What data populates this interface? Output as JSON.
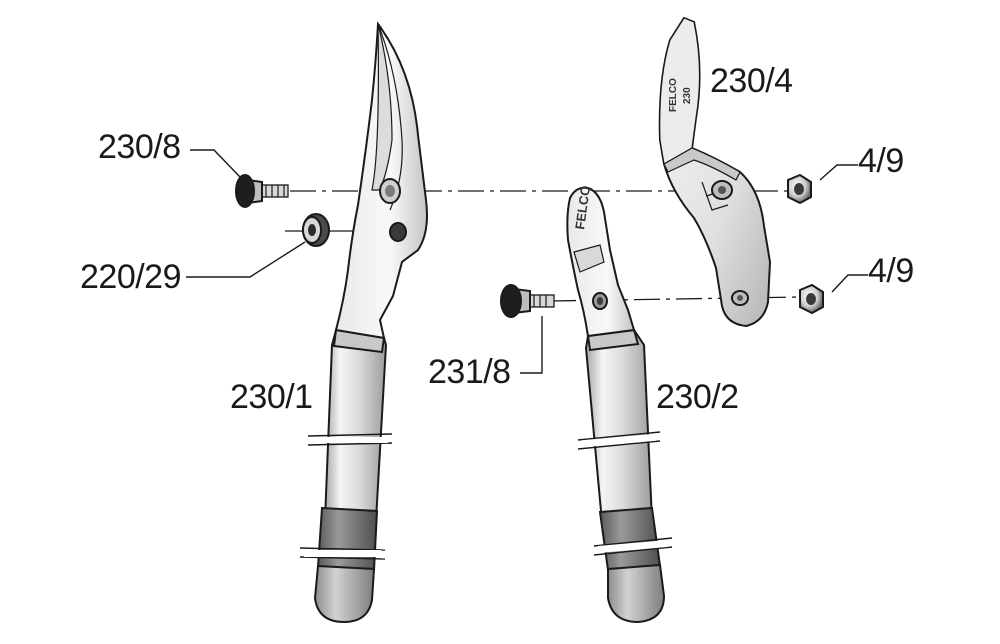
{
  "labels": {
    "upper_blade": "230/8",
    "spacer": "220/29",
    "left_handle": "230/1",
    "right_handle_assembly": "230/2",
    "counter_blade": "230/4",
    "nut_upper": "4/9",
    "nut_lower": "4/9",
    "bolt_lower": "231/8"
  },
  "markings": {
    "blade_logo": "FELCO",
    "blade_model": "230",
    "handle_logo": "FELCO"
  },
  "colors": {
    "line": "#1a1a1a",
    "metal_light": "#f2f2f2",
    "metal_mid": "#d6d6d6",
    "metal_dark": "#9a9a9a",
    "grip_dark": "#6e6e6e"
  }
}
